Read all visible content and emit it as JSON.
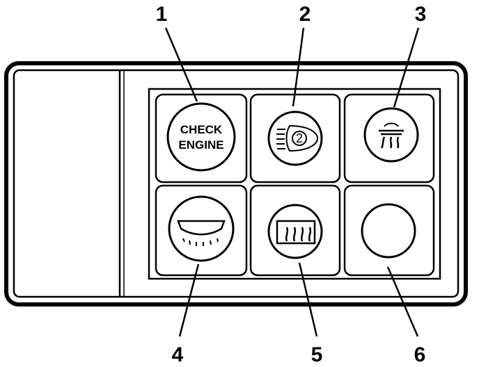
{
  "lamps": {
    "check_engine": {
      "line1": "CHECK",
      "line2": "ENGINE"
    },
    "lamp_2_symbol_text": "2"
  },
  "callouts": [
    "1",
    "2",
    "3",
    "4",
    "5",
    "6"
  ]
}
